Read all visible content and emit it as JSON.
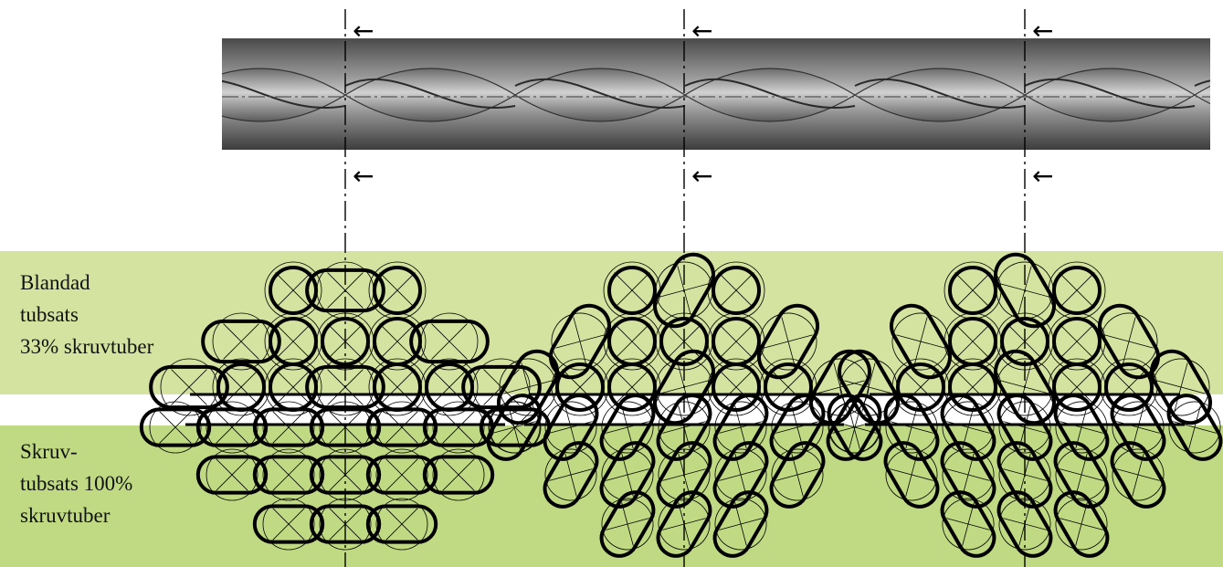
{
  "colors": {
    "band_top": "#d4e3a0",
    "band_bottom": "#c0da84",
    "tube": "#333333",
    "tube_highlight": "#bdbdbd",
    "ink": "#000000"
  },
  "labels": {
    "mixed": "Blandad\ntubsats\n33% skruvtuber",
    "screw": "Skruv-\ntubsats 100%\nskruvtuber"
  },
  "arrow_glyph": "←",
  "rows": [
    {
      "name": "mixed-bundle",
      "title": "Blandad tubsats 33% skruvtuber",
      "screw_share": 0.33
    },
    {
      "name": "screw-bundle",
      "title": "Skruvtubsats 100% skruvtuber",
      "screw_share": 1.0
    }
  ],
  "sections": [
    {
      "name": "section-1",
      "orientation": "horizontal"
    },
    {
      "name": "section-2",
      "orientation": "diagonal"
    },
    {
      "name": "section-3",
      "orientation": "diagonal"
    }
  ],
  "icons": [
    "arrow-left-icon",
    "twisted-tube-image",
    "tube-section-icon"
  ]
}
